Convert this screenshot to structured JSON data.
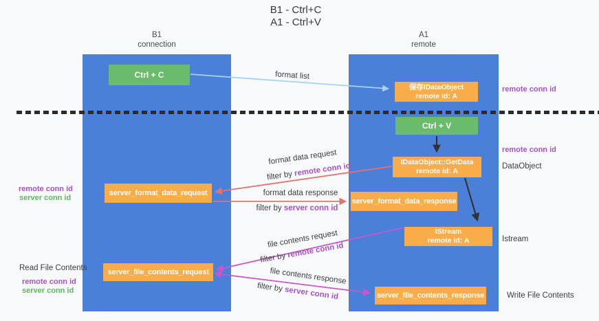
{
  "title": {
    "line1": "B1 - Ctrl+C",
    "line2": "A1 - Ctrl+V"
  },
  "lifelines": {
    "left": {
      "name": "B1",
      "role": "connection"
    },
    "right": {
      "name": "A1",
      "role": "remote"
    }
  },
  "nodes": {
    "ctrl_c": {
      "label": "Ctrl + C"
    },
    "ctrl_v": {
      "label": "Ctrl + V"
    },
    "save_dataobject": {
      "line1": "保存IDataObject",
      "line2": "remote id: A"
    },
    "getdata": {
      "line1": "IDataObject::GetData",
      "line2": "remote id: A"
    },
    "istream": {
      "line1": "IStream",
      "line2": "remote id: A"
    },
    "server_format_data_request": {
      "label": "server_format_data_request"
    },
    "server_format_data_response": {
      "label": "server_format_data_response"
    },
    "server_file_contents_request": {
      "label": "server_file_contents_request"
    },
    "server_file_contents_response": {
      "label": "server_file_contents_response"
    }
  },
  "messages": {
    "format_list": {
      "label": "format list"
    },
    "format_data_request": {
      "label": "format data request",
      "filter_prefix": "filter by ",
      "filter_key": "remote conn id"
    },
    "format_data_response": {
      "label": "format data response",
      "filter_prefix": "filter by ",
      "filter_key": "server conn id"
    },
    "file_contents_request": {
      "label": "file contents request",
      "filter_prefix": "filter by ",
      "filter_key": "remote conn id"
    },
    "file_contents_response": {
      "label": "file contents response",
      "filter_prefix": "filter by ",
      "filter_key": "server conn id"
    }
  },
  "annotations": {
    "remote_conn_id_right_top": "remote conn id",
    "remote_conn_id_right_mid": "remote conn id",
    "dataobject": "DataObject",
    "istream": "Istream",
    "write_file_contents": "Write File Contents",
    "read_file_contents": "Read File Contents",
    "remote_conn_id_left_format": "remote conn id",
    "server_conn_id_left_format": "server conn id",
    "remote_conn_id_left_file": "remote conn id",
    "server_conn_id_left_file": "server conn id"
  },
  "colors": {
    "lifeline_blue": "#4a80d8",
    "node_green": "#6abc6c",
    "node_orange": "#f9ad4a",
    "arrow_light_blue": "#a6d2f2",
    "arrow_red": "#e8716d",
    "arrow_magenta": "#c957c9",
    "arrow_black": "#333333",
    "text_purple": "#a653c1",
    "text_green": "#5cb860",
    "separator_black": "#2b2b2b",
    "background": "#f8f9fb"
  }
}
